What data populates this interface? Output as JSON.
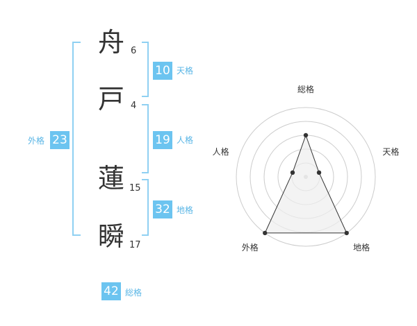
{
  "name": {
    "chars": [
      {
        "char": "舟",
        "strokes": "6"
      },
      {
        "char": "戸",
        "strokes": "4"
      },
      {
        "char": "蓮",
        "strokes": "15"
      },
      {
        "char": "瞬",
        "strokes": "17"
      }
    ]
  },
  "kakusu": {
    "tenkaku": {
      "value": "10",
      "label": "天格"
    },
    "jinkaku": {
      "value": "19",
      "label": "人格"
    },
    "chikaku": {
      "value": "32",
      "label": "地格"
    },
    "gaikaku": {
      "value": "23",
      "label": "外格"
    },
    "soukaku": {
      "value": "42",
      "label": "総格"
    }
  },
  "chart_data": {
    "type": "radar",
    "axes": [
      "総格",
      "天格",
      "地格",
      "外格",
      "人格"
    ],
    "values": [
      3,
      1,
      5,
      5,
      1
    ],
    "max": 5,
    "rings": 5,
    "colors": {
      "fill": "#eeeeee",
      "line": "#333333",
      "grid": "#cccccc",
      "point": "#333333"
    }
  }
}
